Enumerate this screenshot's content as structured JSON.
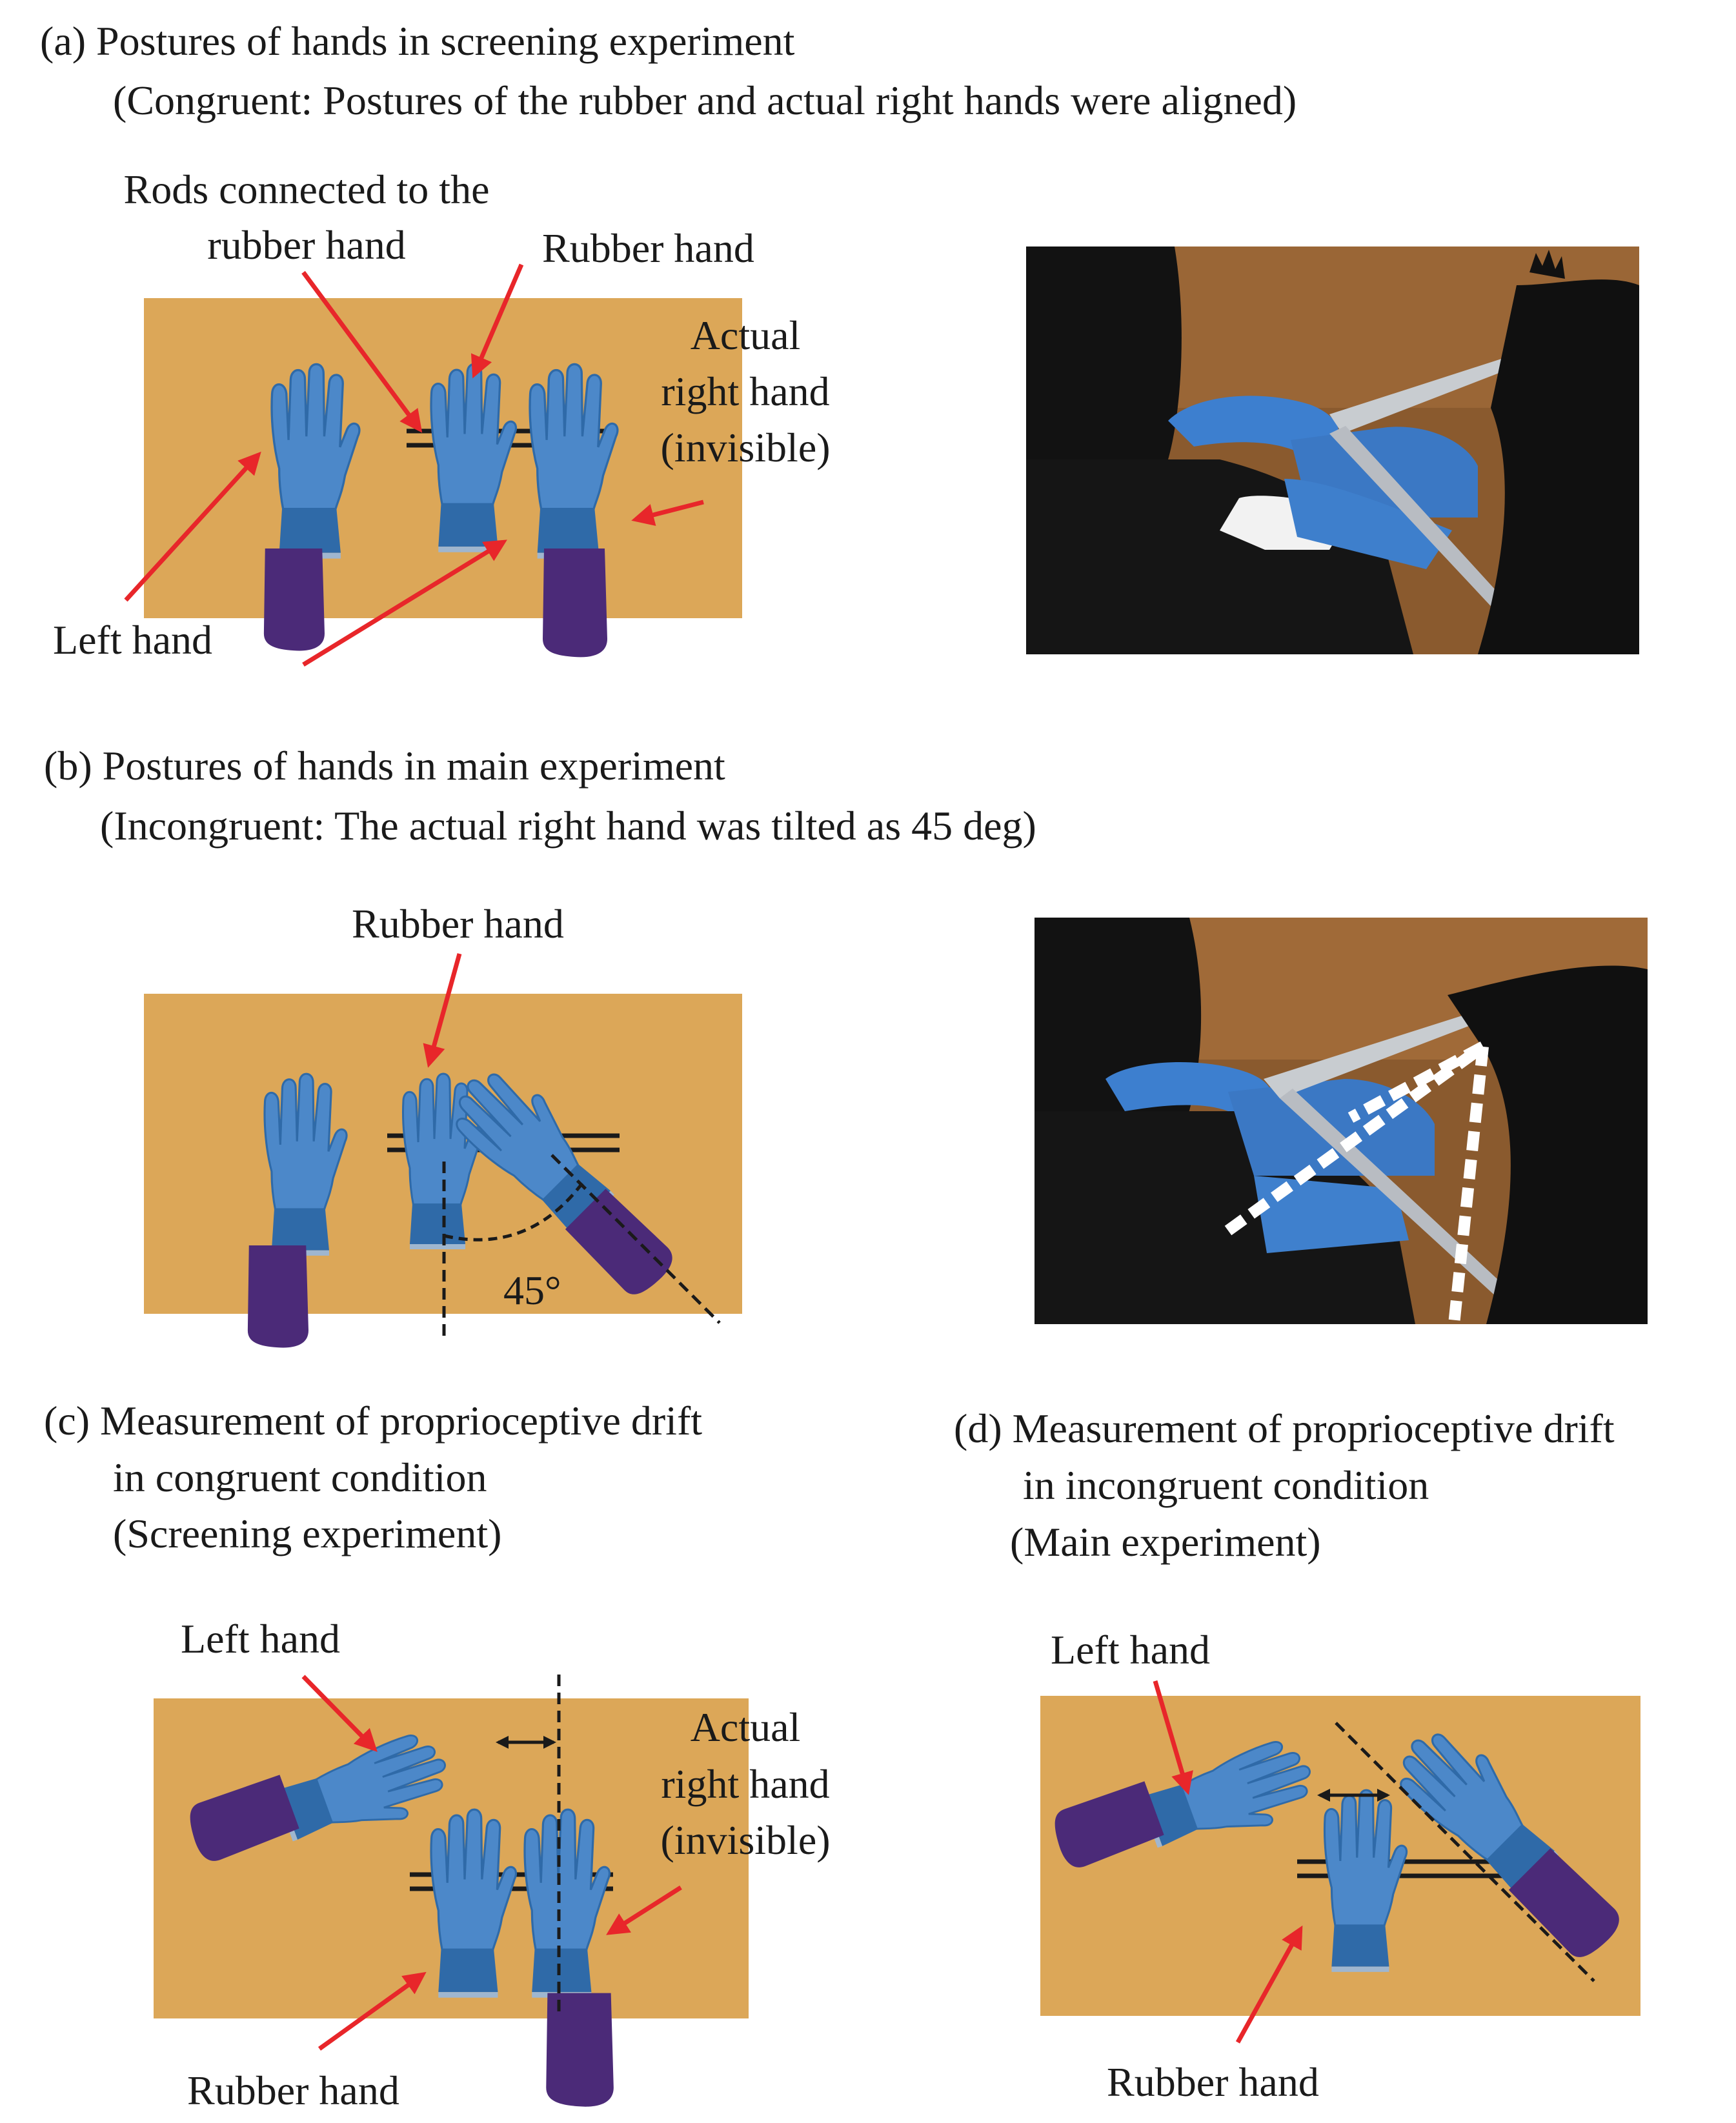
{
  "colors": {
    "board": "#dca758",
    "glove_light": "#4c88c9",
    "glove_dark": "#2f6aa8",
    "sleeve": "#4b2a78",
    "arrow": "#e8262a",
    "rod": "#1a1a1a"
  },
  "panel_a": {
    "title": "(a)  Postures of hands in screening experiment",
    "subtitle": "(Congruent: Postures of the rubber and actual right hands were aligned)",
    "rods_label_line1": "Rods connected to the",
    "rods_label_line2": "rubber hand",
    "rubber_hand_label": "Rubber hand",
    "actual_line1": "Actual",
    "actual_line2": "right hand",
    "actual_line3": "(invisible)",
    "left_hand_label": "Left hand"
  },
  "panel_b": {
    "title": "(b) Postures of hands in main experiment",
    "subtitle": "(Incongruent: The actual right hand was tilted as 45 deg)",
    "rubber_hand_label": "Rubber hand",
    "angle_label": "45°"
  },
  "panel_c": {
    "title_line1": "(c) Measurement of proprioceptive drift",
    "title_line2": "in congruent condition",
    "title_line3": "(Screening experiment)",
    "left_hand_label": "Left hand",
    "actual_line1": "Actual",
    "actual_line2": "right hand",
    "actual_line3": "(invisible)",
    "rubber_hand_label": "Rubber hand"
  },
  "panel_d": {
    "title_line1": "(d) Measurement of proprioceptive drift",
    "title_line2": "in incongruent condition",
    "title_line3": "(Main experiment)",
    "left_hand_label": "Left hand",
    "rubber_hand_label": "Rubber hand"
  },
  "icons": {
    "glove": "glove-icon",
    "sleeve": "sleeve-icon",
    "arrow": "arrow-icon",
    "rod": "rod-icon"
  }
}
